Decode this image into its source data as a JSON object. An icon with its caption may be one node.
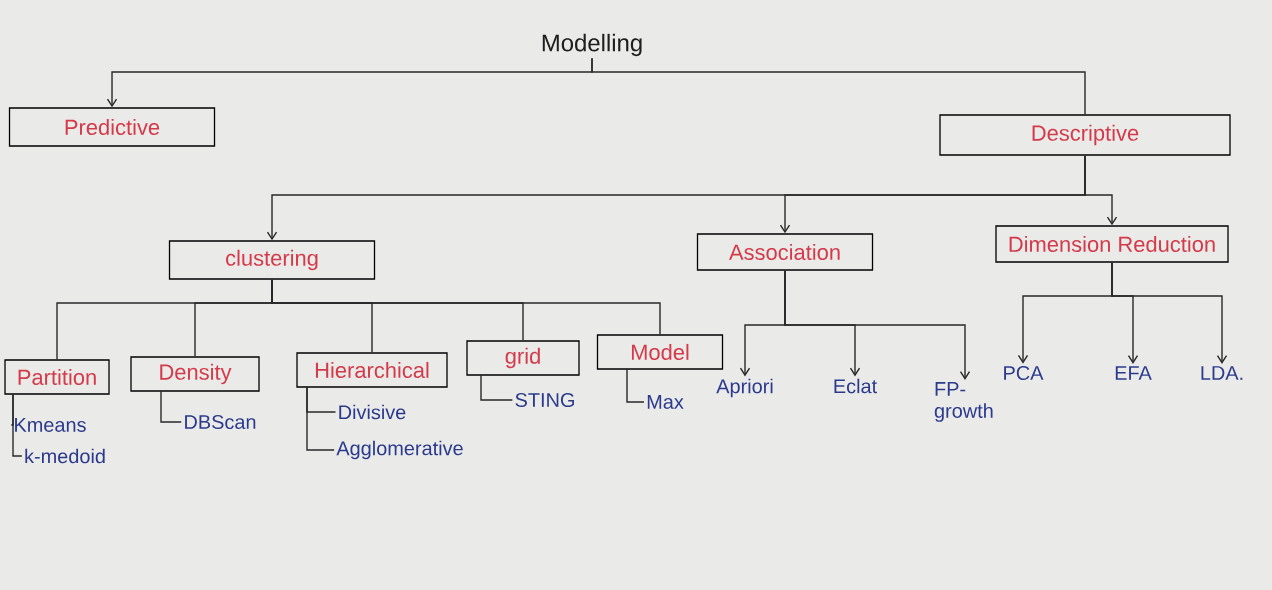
{
  "diagram": {
    "nodes": [
      {
        "text": [
          "Modelling"
        ]
      },
      {
        "text": [
          "Predictive"
        ]
      },
      {
        "text": [
          "Descriptive"
        ]
      },
      {
        "text": [
          "clustering"
        ]
      },
      {
        "text": [
          "Association"
        ]
      },
      {
        "text": [
          "Dimension Reduction"
        ]
      },
      {
        "text": [
          "Partition"
        ]
      },
      {
        "text": [
          "Density"
        ]
      },
      {
        "text": [
          "Hierarchical"
        ]
      },
      {
        "text": [
          "grid"
        ]
      },
      {
        "text": [
          "Model"
        ]
      },
      {
        "text": [
          "Kmeans"
        ]
      },
      {
        "text": [
          "k-medoid"
        ]
      },
      {
        "text": [
          "DBScan"
        ]
      },
      {
        "text": [
          "Divisive"
        ]
      },
      {
        "text": [
          "Agglomerative"
        ]
      },
      {
        "text": [
          "STING"
        ]
      },
      {
        "text": [
          "Max"
        ]
      },
      {
        "text": [
          "Apriori"
        ]
      },
      {
        "text": [
          "Eclat"
        ]
      },
      {
        "text": [
          "FP-growth"
        ]
      },
      {
        "text": [
          "PCA"
        ]
      },
      {
        "text": [
          "EFA"
        ]
      },
      {
        "text": [
          "LDA."
        ]
      }
    ],
    "edges": [
      {
        "from": 0,
        "to": 1,
        "arrow": "to"
      },
      {
        "from": 0,
        "to": 2,
        "arrow": "none"
      },
      {
        "from": 2,
        "to": 3,
        "arrow": "to"
      },
      {
        "from": 2,
        "to": 4,
        "arrow": "to"
      },
      {
        "from": 2,
        "to": 5,
        "arrow": "to"
      },
      {
        "from": 3,
        "to": 6,
        "arrow": "none"
      },
      {
        "from": 3,
        "to": 7,
        "arrow": "none"
      },
      {
        "from": 3,
        "to": 8,
        "arrow": "none"
      },
      {
        "from": 3,
        "to": 9,
        "arrow": "none"
      },
      {
        "from": 3,
        "to": 10,
        "arrow": "none"
      },
      {
        "from": 6,
        "to": 11,
        "arrow": "none"
      },
      {
        "from": 6,
        "to": 12,
        "arrow": "none"
      },
      {
        "from": 7,
        "to": 13,
        "arrow": "none"
      },
      {
        "from": 8,
        "to": 14,
        "arrow": "none"
      },
      {
        "from": 8,
        "to": 15,
        "arrow": "none"
      },
      {
        "from": 9,
        "to": 16,
        "arrow": "none"
      },
      {
        "from": 10,
        "to": 17,
        "arrow": "none"
      },
      {
        "from": 4,
        "to": 18,
        "arrow": "to"
      },
      {
        "from": 4,
        "to": 19,
        "arrow": "to"
      },
      {
        "from": 4,
        "to": 20,
        "arrow": "to"
      },
      {
        "from": 5,
        "to": 21,
        "arrow": "to"
      },
      {
        "from": 5,
        "to": 22,
        "arrow": "to"
      },
      {
        "from": 5,
        "to": 23,
        "arrow": "to"
      }
    ]
  }
}
